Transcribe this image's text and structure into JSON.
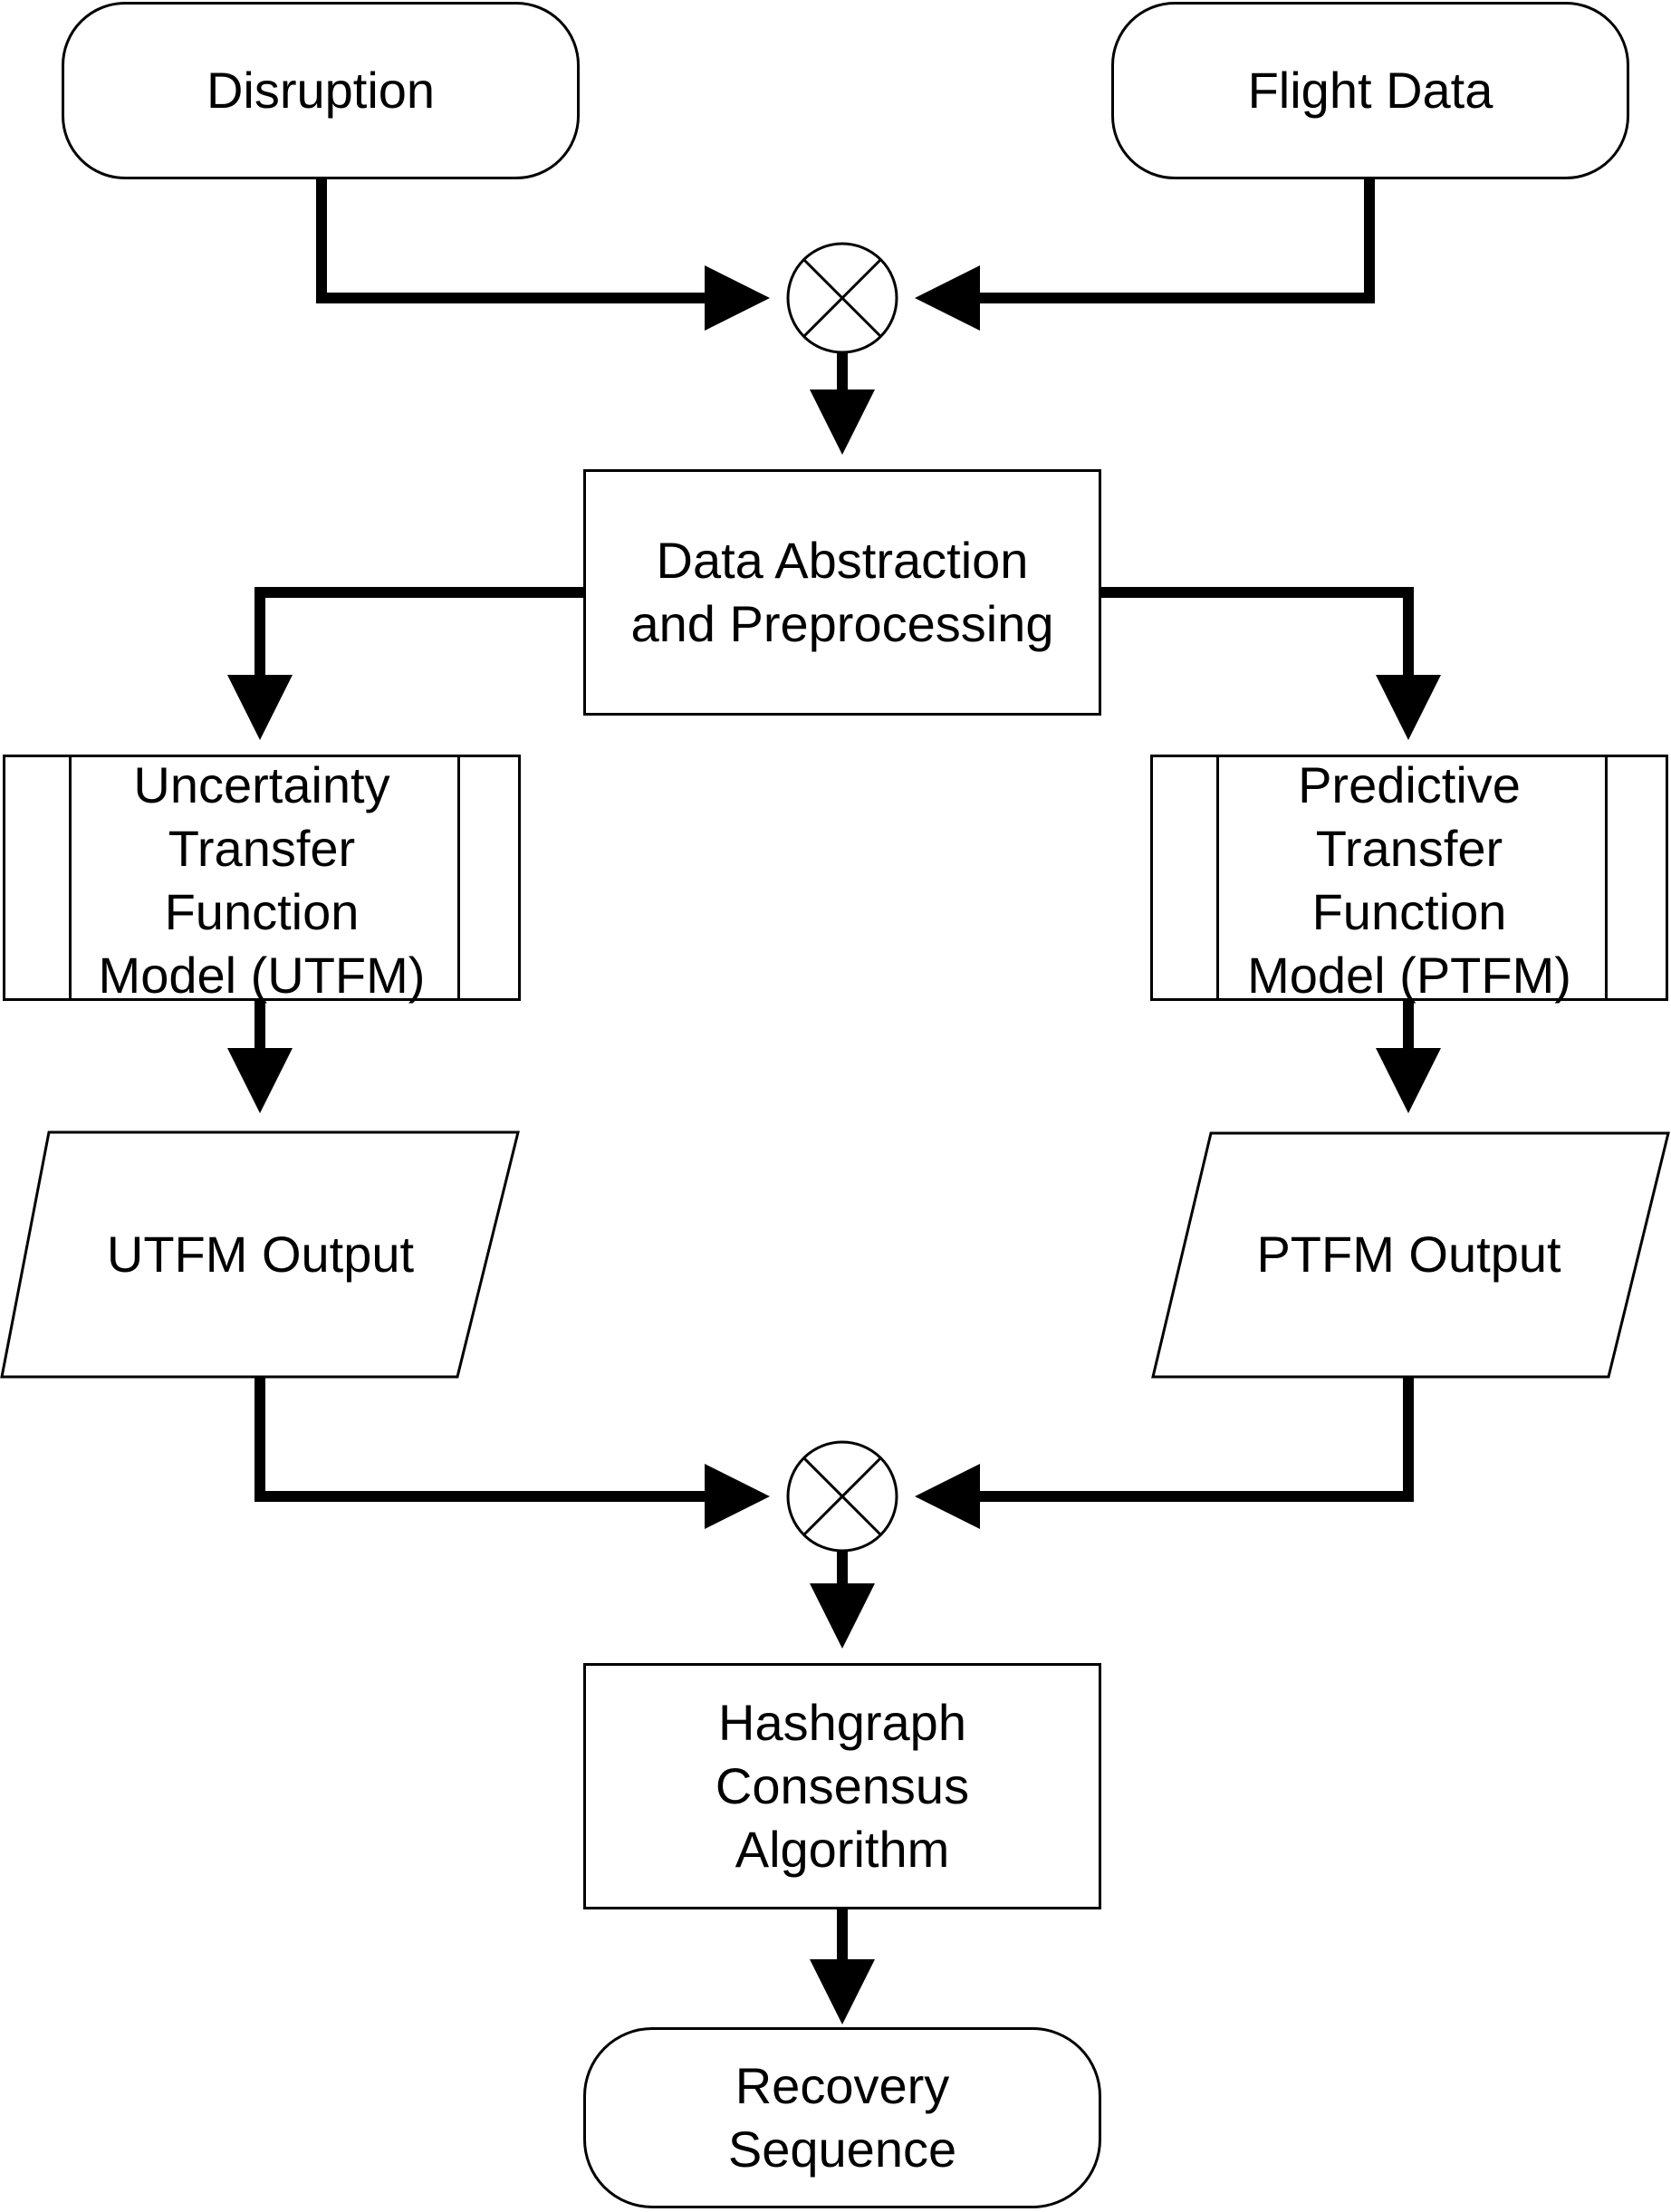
{
  "diagram": {
    "nodes": {
      "disruption": {
        "label": "Disruption"
      },
      "flight_data": {
        "label": "Flight Data"
      },
      "data_abstraction": {
        "label": "Data Abstraction\nand Preprocessing"
      },
      "utfm": {
        "label": "Uncertainty\nTransfer\nFunction\nModel (UTFM)"
      },
      "ptfm": {
        "label": "Predictive\nTransfer\nFunction\nModel (PTFM)"
      },
      "utfm_output": {
        "label": "UTFM Output"
      },
      "ptfm_output": {
        "label": "PTFM Output"
      },
      "hashgraph": {
        "label": "Hashgraph\nConsensus\nAlgorithm"
      },
      "recovery": {
        "label": "Recovery\nSequence"
      }
    },
    "edges": [
      {
        "from": "disruption",
        "to": "merge_top"
      },
      {
        "from": "flight_data",
        "to": "merge_top"
      },
      {
        "from": "merge_top",
        "to": "data_abstraction"
      },
      {
        "from": "data_abstraction",
        "to": "utfm"
      },
      {
        "from": "data_abstraction",
        "to": "ptfm"
      },
      {
        "from": "utfm",
        "to": "utfm_output"
      },
      {
        "from": "ptfm",
        "to": "ptfm_output"
      },
      {
        "from": "utfm_output",
        "to": "merge_bottom"
      },
      {
        "from": "ptfm_output",
        "to": "merge_bottom"
      },
      {
        "from": "merge_bottom",
        "to": "hashgraph"
      },
      {
        "from": "hashgraph",
        "to": "recovery"
      }
    ],
    "colors": {
      "stroke": "#000000",
      "fill": "#ffffff",
      "text": "#000000"
    }
  }
}
